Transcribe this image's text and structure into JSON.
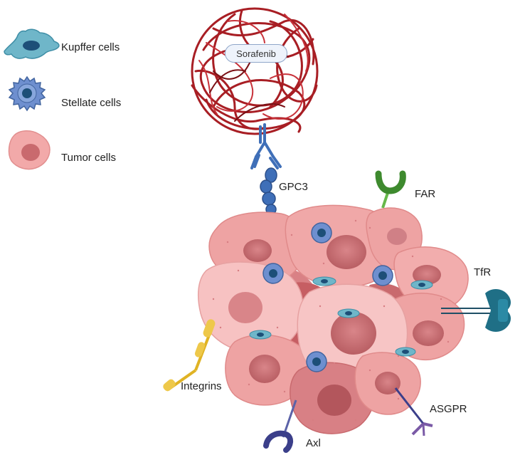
{
  "legend": {
    "kupffer": "Kupffer cells",
    "stellate": "Stellate cells",
    "tumor": "Tumor cells"
  },
  "nanoparticle": {
    "drug": "Sorafenib"
  },
  "receptors": {
    "gpc3": "GPC3",
    "far": "FAR",
    "tfr": "TfR",
    "integrins": "Integrins",
    "axl": "Axl",
    "asgpr": "ASGPR"
  },
  "colors": {
    "tumor_light": "#f4b6b6",
    "tumor_mid": "#e89a9a",
    "tumor_dark": "#c96a6e",
    "nucleus": "#c86a6e",
    "stellate": "#5a7fc0",
    "kupffer": "#5aa9bf",
    "nanoparticle": "#a81e24",
    "antibody": "#3f6fb8",
    "far": "#3e8a2e",
    "tfr": "#1f6f86",
    "integrins": "#e0b324",
    "axl": "#3b3f8a",
    "asgpr": "#7a5aa6"
  }
}
